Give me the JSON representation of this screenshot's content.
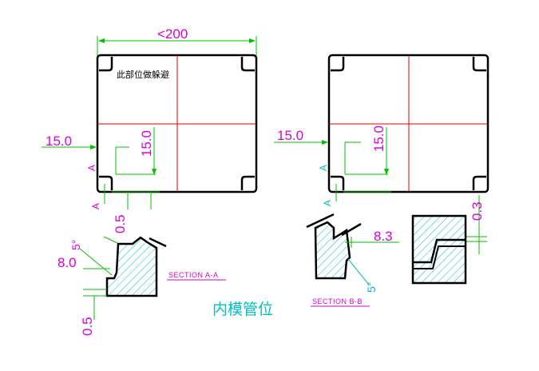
{
  "title": "内模管位",
  "top_dimension": "<200",
  "note": "此部位做躲避",
  "left_view": {
    "dim_offset": "15.0",
    "dim_inner_vertical": "15.0",
    "dim_bottom": "0.5",
    "section_mark_a": "A",
    "section_mark_a2": "A"
  },
  "right_view": {
    "dim_offset": "15.0",
    "dim_inner_vertical": "15.0",
    "section_mark_b": "A",
    "section_mark_b2": "A",
    "dim_corner": "0.3"
  },
  "section_a": {
    "label": "SECTION A-A",
    "angle": "5°",
    "width": "8.0",
    "depth": "0.5"
  },
  "section_b": {
    "label": "SECTION B-B",
    "width": "8.3",
    "angle": "5°"
  },
  "colors": {
    "outline": "#000000",
    "dimension": "#00c000",
    "centerline": "#e00000",
    "dimension_text": "#d800d8",
    "hatch": "#00b8c8"
  }
}
